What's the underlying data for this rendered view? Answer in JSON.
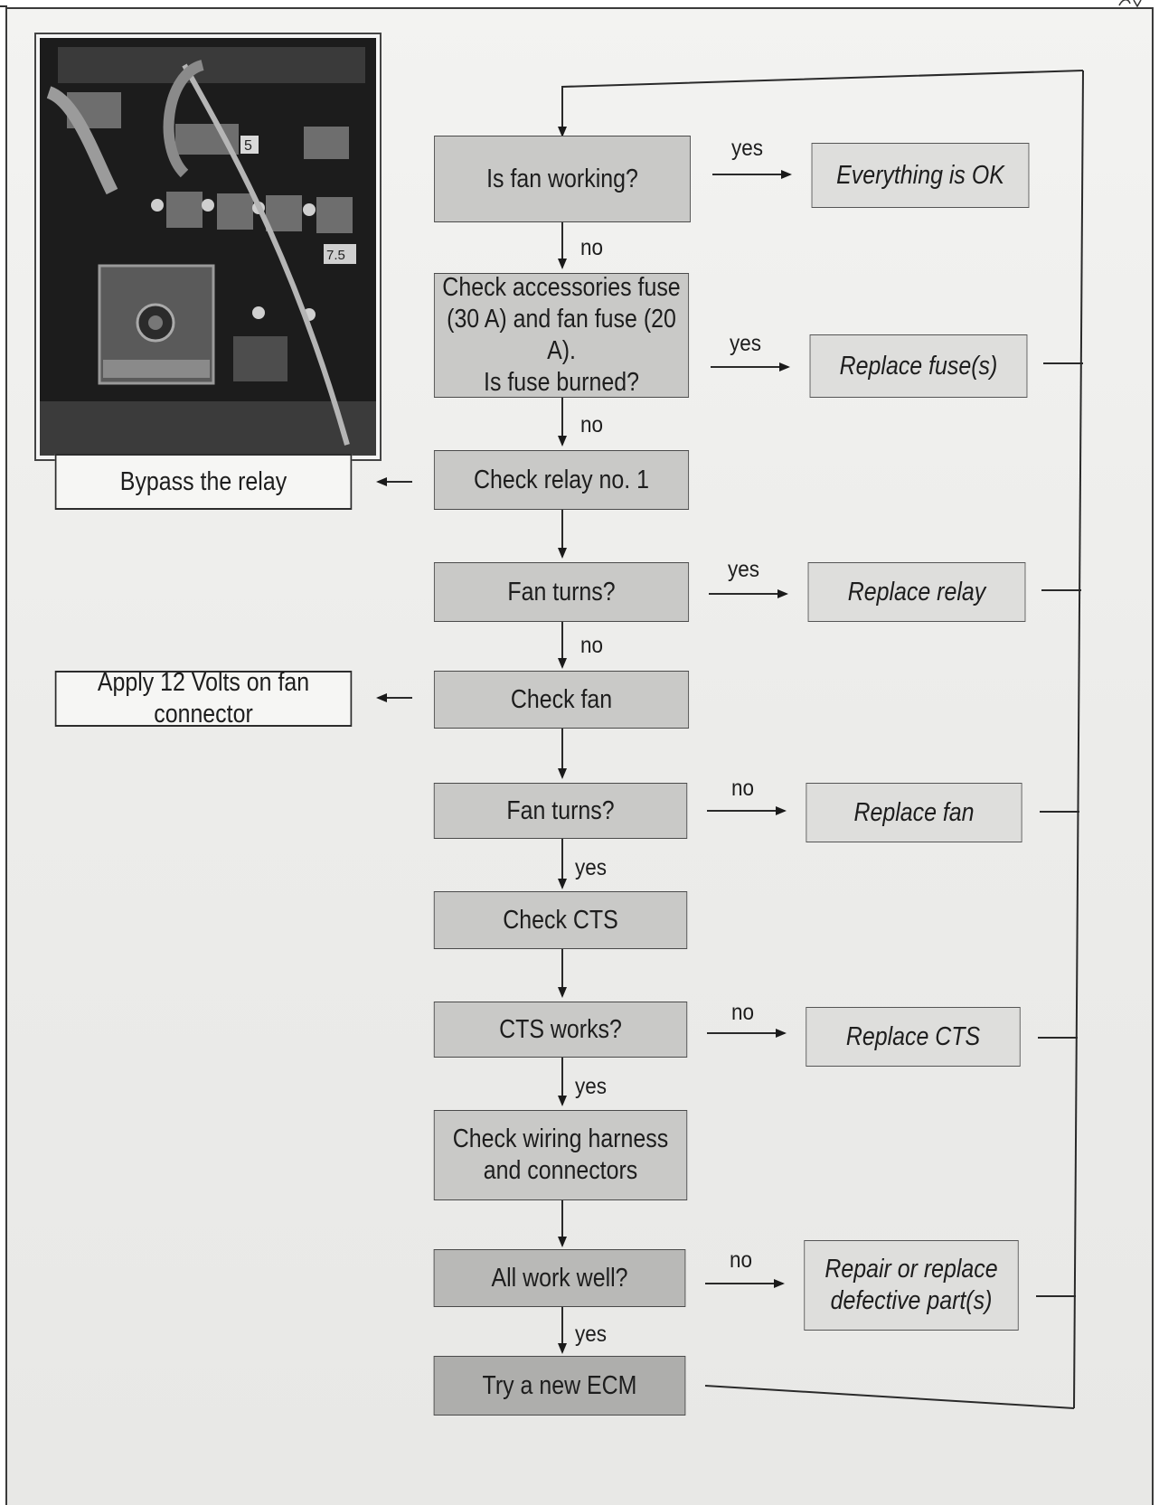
{
  "nodes": {
    "fan_working": "Is fan working?",
    "everything_ok": "Everything is OK",
    "check_fuse": "Check accessories fuse\n(30 A) and fan fuse (20 A).\nIs fuse burned?",
    "replace_fuse": "Replace fuse(s)",
    "check_relay": "Check relay no. 1",
    "bypass_relay": "Bypass the relay",
    "fan_turns_1": "Fan turns?",
    "replace_relay": "Replace relay",
    "check_fan": "Check fan",
    "apply_12v": "Apply 12 Volts on fan connector",
    "fan_turns_2": "Fan turns?",
    "replace_fan": "Replace fan",
    "check_cts": "Check CTS",
    "cts_works": "CTS works?",
    "replace_cts": "Replace CTS",
    "check_wiring": "Check wiring harness\nand connectors",
    "all_work_well": "All work well?",
    "repair_replace": "Repair or replace\ndefective part(s)",
    "try_new_ecm": "Try a new ECM"
  },
  "edge_labels": {
    "fan_working_yes": "yes",
    "fan_working_no": "no",
    "fuse_yes": "yes",
    "fuse_no": "no",
    "fan_turns_1_yes": "yes",
    "fan_turns_1_no": "no",
    "fan_turns_2_no": "no",
    "fan_turns_2_yes": "yes",
    "cts_no": "no",
    "cts_yes": "yes",
    "all_work_no": "no",
    "all_work_yes": "yes"
  },
  "photo_labels": {
    "fuse_5": "5",
    "fuse_7_5": "7.5"
  }
}
